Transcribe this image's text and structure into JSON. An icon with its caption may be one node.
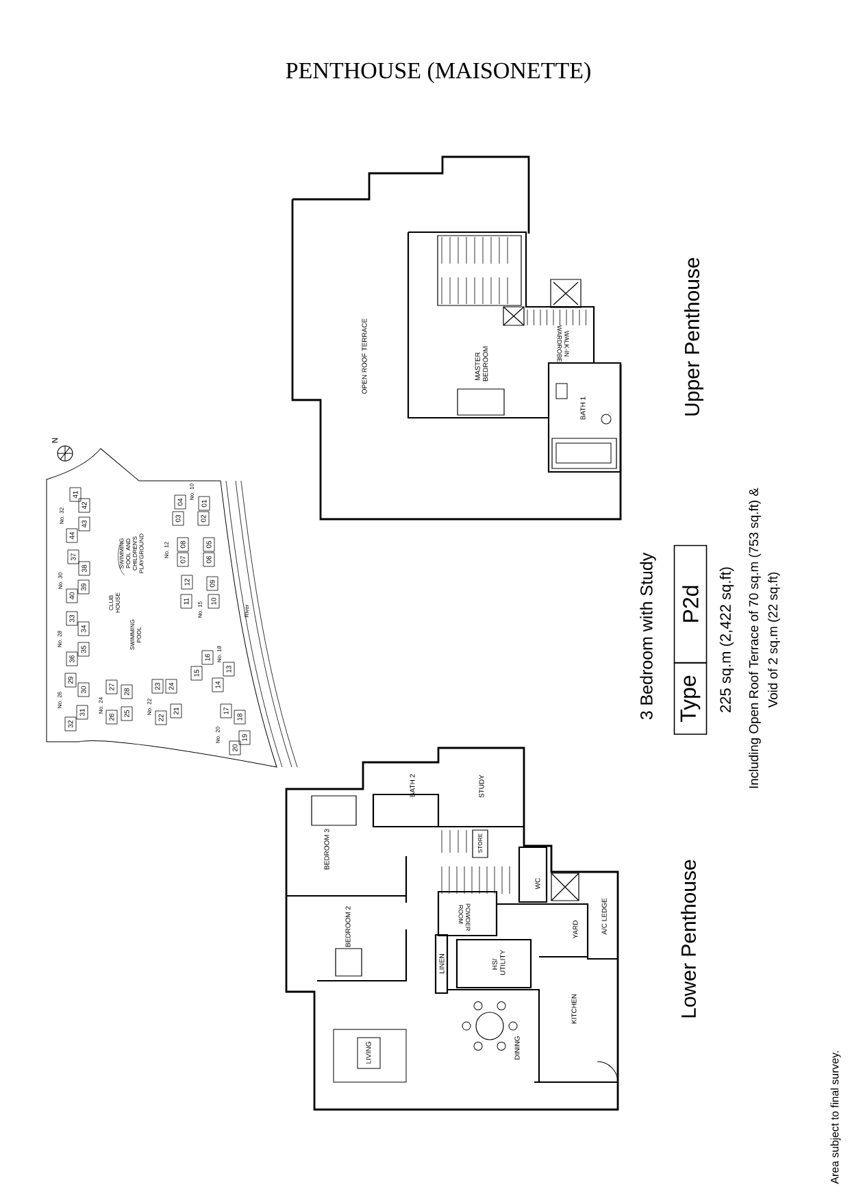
{
  "diagram": {
    "title": "PENTHOUSE (MAISONETTE)",
    "labels": [
      "N",
      "No. 32",
      "41",
      "42",
      "43",
      "44",
      "No. 30",
      "37",
      "38",
      "39",
      "40",
      "No. 28",
      "33",
      "34",
      "35",
      "36",
      "No. 26",
      "29",
      "30",
      "31",
      "32",
      "No. 24",
      "27",
      "28",
      "26",
      "25",
      "No. 22",
      "23",
      "24",
      "22",
      "21",
      "No. 18",
      "16",
      "15",
      "13",
      "14",
      "No. 20",
      "17",
      "18",
      "19",
      "20",
      "No. 10",
      "04",
      "01",
      "03",
      "02",
      "No. 12",
      "08",
      "05",
      "07",
      "06",
      "No. 15",
      "12",
      "09",
      "11",
      "10",
      "SWIMMING POOL AND CHILDREN'S PLAYGROUND",
      "CLUB HOUSE",
      "SWIMMING POOL",
      "River",
      "OPEN ROOF TERRACE",
      "MASTER BEDROOM",
      "WALK-IN WARDROBE",
      "BATH 1",
      "Upper Penthouse",
      "3 Bedroom with Study",
      "Type",
      "P2d",
      "225 sq.m (2,422 sq.ft)",
      "Including Open Roof Terrace of 70 sq.m (753 sq.ft) &",
      "Void of 2 sq.m (22 sq.ft)",
      "BATH 2",
      "STUDY",
      "BEDROOM 3",
      "STORE",
      "WC",
      "POWDER ROOM",
      "BEDROOM 2",
      "YARD",
      "A/C LEDGE",
      "LINEN",
      "HS/ UTILITY",
      "KITCHEN",
      "LIVING",
      "DINING",
      "Lower Penthouse",
      "Area subject to final survey."
    ]
  }
}
